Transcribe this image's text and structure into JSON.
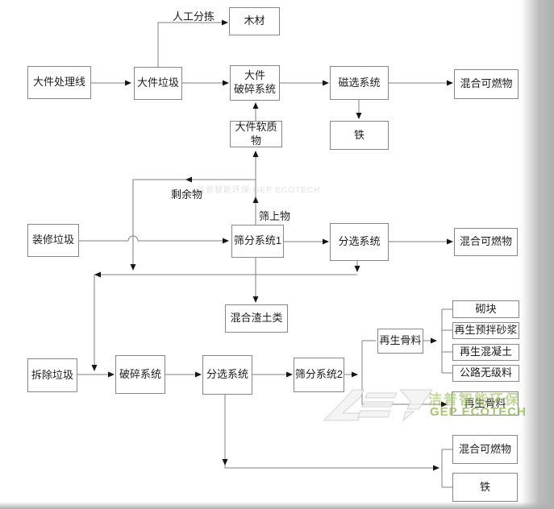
{
  "nodes": [
    {
      "id": "large-item-line",
      "label": "大件处理线"
    },
    {
      "id": "large-waste",
      "label": "大件垃圾"
    },
    {
      "id": "wood",
      "label": "木材"
    },
    {
      "id": "large-crusher",
      "label": "大件\n破碎系统"
    },
    {
      "id": "magnetic-separation",
      "label": "磁选系统"
    },
    {
      "id": "mixed-combustibles-1",
      "label": "混合可燃物"
    },
    {
      "id": "iron-1",
      "label": "铁"
    },
    {
      "id": "large-soft-materials",
      "label": "大件软质物"
    },
    {
      "id": "decoration-waste",
      "label": "装修垃圾"
    },
    {
      "id": "screening-system-1",
      "label": "筛分系统1"
    },
    {
      "id": "sorting-system-1",
      "label": "分选系统"
    },
    {
      "id": "mixed-combustibles-2",
      "label": "混合可燃物"
    },
    {
      "id": "mixed-muck",
      "label": "混合渣土类"
    },
    {
      "id": "demolition-waste",
      "label": "拆除垃圾"
    },
    {
      "id": "crushing-system",
      "label": "破碎系统"
    },
    {
      "id": "sorting-system-2",
      "label": "分选系统"
    },
    {
      "id": "screening-system-2",
      "label": "筛分系统2"
    },
    {
      "id": "recycled-aggregate-1",
      "label": "再生骨料"
    },
    {
      "id": "blocks",
      "label": "砌块"
    },
    {
      "id": "recycled-premixed-mortar",
      "label": "再生预拌砂浆"
    },
    {
      "id": "recycled-concrete",
      "label": "再生混凝土"
    },
    {
      "id": "road-unclassified-material",
      "label": "公路无级料"
    },
    {
      "id": "recycled-aggregate-2",
      "label": "再生骨料"
    },
    {
      "id": "mixed-combustibles-3",
      "label": "混合可燃物"
    },
    {
      "id": "iron-2",
      "label": "铁"
    }
  ],
  "edge_labels": {
    "manual_sorting": "人工分拣",
    "residue": "剩余物",
    "screen_overs": "筛上物"
  },
  "watermark": {
    "cn": "洁普智能环保",
    "en": "GEP ECOTECH"
  },
  "ghost_watermark": "洁普智能环保 GEP ECOTECH",
  "colors": {
    "line": "#7f7f7f",
    "arrow": "#161616",
    "box_border": "#878787",
    "text": "#1c1c1c",
    "watermark_green": "#8cb746",
    "edge_gray": "#b0b0b0"
  }
}
